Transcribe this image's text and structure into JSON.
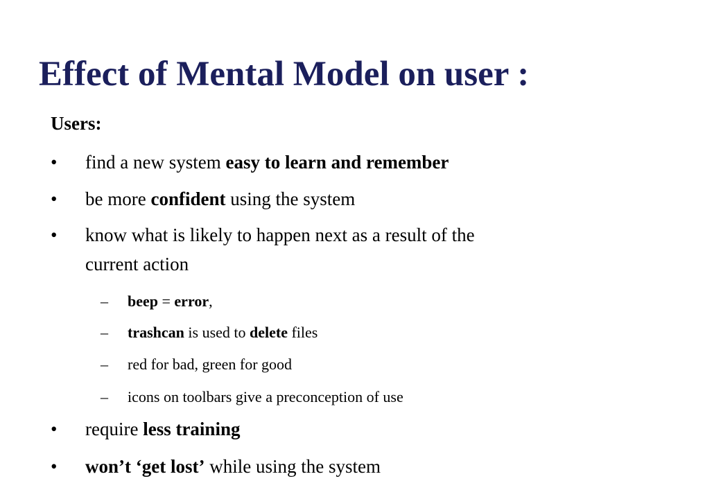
{
  "slide": {
    "title": "Effect of Mental Model on user :",
    "lead": "Users:",
    "bullet_marker": "•",
    "dash_marker": "–",
    "colors": {
      "title": "#1b1f5c",
      "text": "#000000",
      "background": "#ffffff"
    },
    "bullets": [
      {
        "plain": "find a new system ",
        "bold": "easy to learn and remember"
      },
      {
        "plain_before": "be more ",
        "bold": "confident",
        "plain_after": " using the system"
      },
      {
        "line1": "know what is likely to happen next as a result of the",
        "line2": "current action"
      },
      {
        "plain": "require ",
        "bold": "less training"
      },
      {
        "bold": "won’t ‘get lost’",
        "plain_after": " while using the system"
      }
    ],
    "examples": [
      {
        "bold1": "beep",
        "plain1": " = ",
        "bold2": "error",
        "plain2": ","
      },
      {
        "bold1": "trashcan",
        "plain1": " is used to ",
        "bold2": "delete",
        "plain2": " files"
      },
      {
        "plain": "red for bad, green for good"
      },
      {
        "plain": "icons on toolbars give a preconception of use"
      }
    ]
  }
}
